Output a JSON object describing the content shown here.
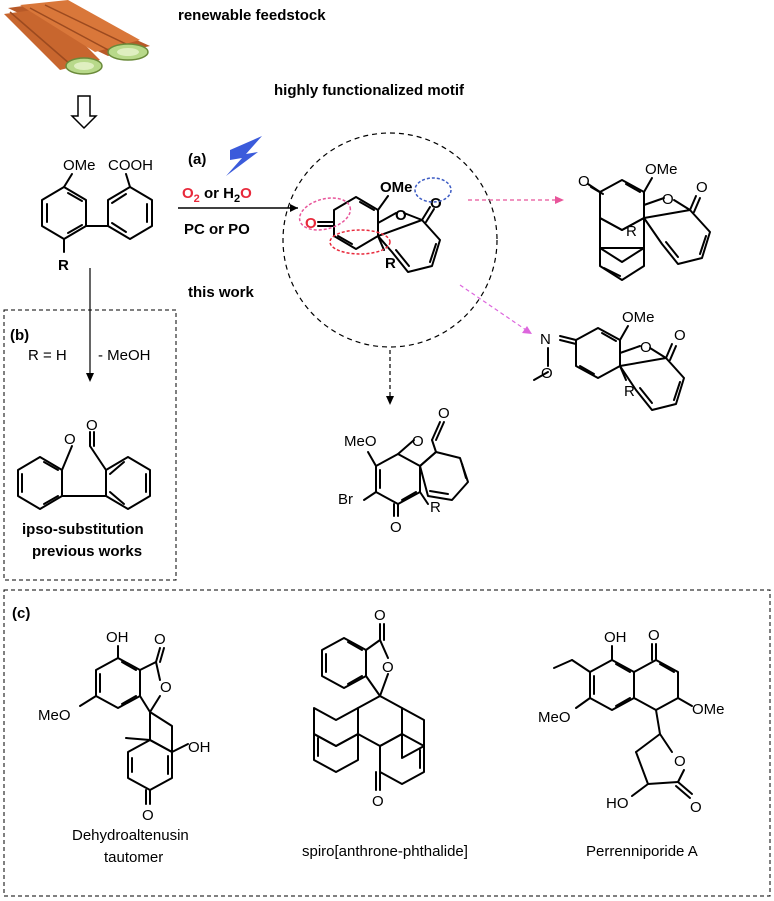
{
  "labels": {
    "renewable": "renewable feedstock",
    "motif": "highly functionalized motif",
    "part_a": "(a)",
    "part_b": "(b)",
    "part_c": "(c)",
    "o2": "O",
    "o2_sub": "2",
    "or1": " or H",
    "h2o_sub": "2",
    "h2o_o": "O",
    "pc_po": "PC or PO",
    "this_work": "this work",
    "r_eq_h": "R = H",
    "minus_meoh": "- MeOH",
    "ipso": "ipso-substitution",
    "previous": "previous works",
    "dehydro1": "Dehydroaltenusin",
    "dehydro2": "tautomer",
    "spiro": "spiro[anthrone-phthalide]",
    "perren": "Perrenniporide A"
  },
  "atoms": {
    "ome": "OMe",
    "cooh": "COOH",
    "r": "R",
    "o": "O",
    "meo": "MeO",
    "br": "Br",
    "oh": "OH",
    "ho": "HO",
    "n": "N"
  },
  "colors": {
    "red_text": "#e8293b",
    "pink_dash": "#e8559a",
    "blue_dash": "#3d5cc4",
    "red_dash": "#e8293b",
    "magenta_arrow": "#dd66dd",
    "bolt": "#3b5bdb",
    "wood": "#c8662e",
    "wood_end": "#cfe7a8"
  }
}
